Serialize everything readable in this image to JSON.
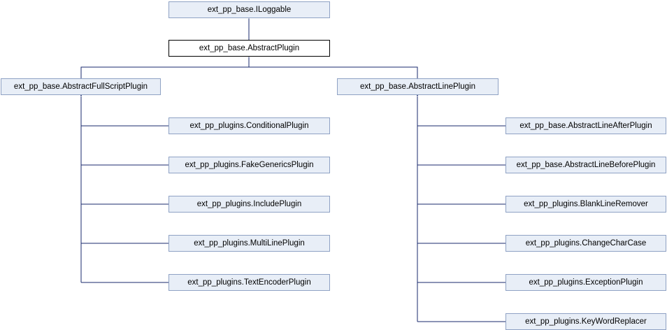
{
  "diagram": {
    "edge_color": "#1a2a6c",
    "node_fill": "#e8eef7",
    "node_border": "#8fa2c4",
    "nodes": {
      "iloggable": "ext_pp_base.ILoggable",
      "abstract_plugin": "ext_pp_base.AbstractPlugin",
      "abstract_full_script_plugin": "ext_pp_base.AbstractFullScriptPlugin",
      "abstract_line_plugin": "ext_pp_base.AbstractLinePlugin",
      "conditional_plugin": "ext_pp_plugins.ConditionalPlugin",
      "fake_generics_plugin": "ext_pp_plugins.FakeGenericsPlugin",
      "include_plugin": "ext_pp_plugins.IncludePlugin",
      "multi_line_plugin": "ext_pp_plugins.MultiLinePlugin",
      "text_encoder_plugin": "ext_pp_plugins.TextEncoderPlugin",
      "abstract_line_after_plugin": "ext_pp_base.AbstractLineAfterPlugin",
      "abstract_line_before_plugin": "ext_pp_base.AbstractLineBeforePlugin",
      "blank_line_remover": "ext_pp_plugins.BlankLineRemover",
      "change_char_case": "ext_pp_plugins.ChangeCharCase",
      "exception_plugin": "ext_pp_plugins.ExceptionPlugin",
      "keyword_replacer": "ext_pp_plugins.KeyWordReplacer"
    }
  }
}
